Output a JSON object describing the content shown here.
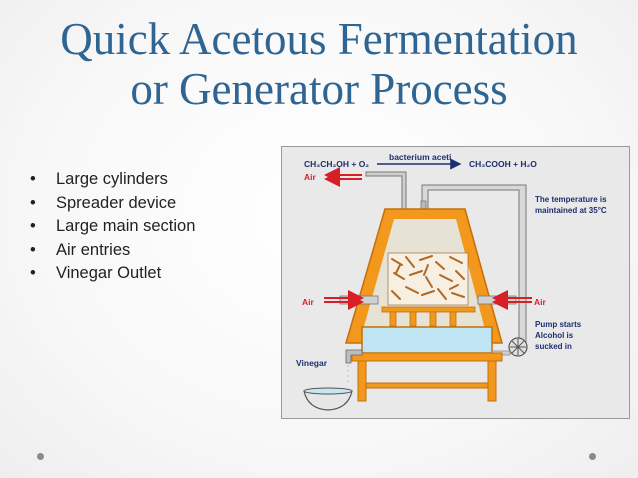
{
  "slide": {
    "title_line1": "Quick Acetous Fermentation",
    "title_line2": "or Generator Process",
    "bullets": [
      "Large cylinders",
      "Spreader device",
      "Large main section",
      "Air entries",
      "Vinegar Outlet"
    ]
  },
  "diagram": {
    "equation_left": "CH₃CH₂OH + O₂",
    "bacterium": "bacterium aceti",
    "equation_right": "CH₃COOH + H₂O",
    "air_top": "Air",
    "temp_line1": "The temperature is",
    "temp_line2": "maintained at 35°C",
    "air_left": "Air",
    "air_right": "Air",
    "pump_line1": "Pump starts",
    "pump_line2": "Alcohol is",
    "pump_line3": "sucked in",
    "vinegar": "Vinegar"
  },
  "colors": {
    "title": "#2f6593",
    "wood": "#f2981c",
    "wood_dark": "#c46f0a",
    "arrow": "#d81e27",
    "label_blue": "#1d2f6e",
    "tank": "#bfe4f2"
  }
}
